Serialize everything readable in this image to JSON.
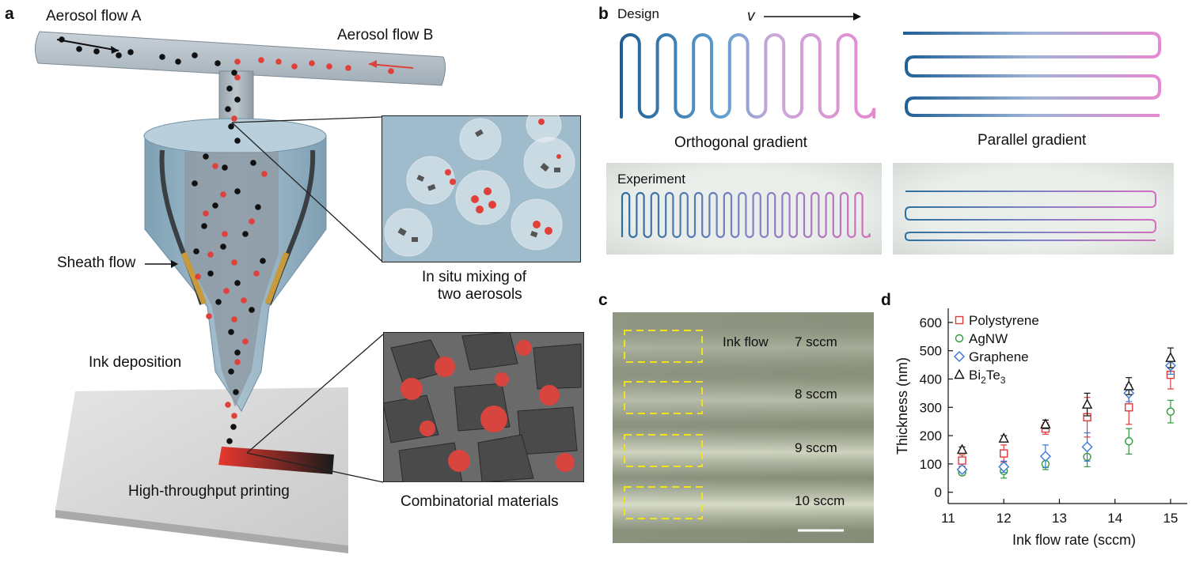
{
  "panel_a": {
    "letter": "a",
    "aerosol_a": "Aerosol flow A",
    "aerosol_b": "Aerosol flow B",
    "sheath": "Sheath flow",
    "ink_deposition": "Ink deposition",
    "printing": "High-throughput printing",
    "inset_top_caption_line1": "In situ mixing of",
    "inset_top_caption_line2": "two aerosols",
    "inset_bottom_caption": "Combinatorial materials"
  },
  "panel_b": {
    "letter": "b",
    "design": "Design",
    "velocity": "v",
    "orthogonal": "Orthogonal gradient",
    "parallel": "Parallel gradient",
    "experiment": "Experiment"
  },
  "panel_c": {
    "letter": "c",
    "ink_flow": "Ink flow",
    "rows": [
      "7 sccm",
      "8 sccm",
      "9 sccm",
      "10 sccm"
    ]
  },
  "panel_d": {
    "letter": "d"
  },
  "colors": {
    "polystyrene": "#e03a3a",
    "agnw": "#2e9a3a",
    "graphene": "#3a78d6",
    "bi2te3": "#111111",
    "gradient_start": "#1f6fa8",
    "gradient_end": "#e58ad0",
    "aerosol_b_particle": "#e0403a"
  },
  "chart_data": {
    "type": "scatter",
    "xlabel": "Ink flow rate (sccm)",
    "ylabel": "Thickness (nm)",
    "xlim": [
      11,
      15.3
    ],
    "ylim": [
      -40,
      650
    ],
    "xticks": [
      "11",
      "12",
      "13",
      "14",
      "15"
    ],
    "yticks": [
      "0",
      "100",
      "200",
      "300",
      "400",
      "500",
      "600"
    ],
    "x": [
      11.25,
      12.0,
      12.75,
      13.5,
      14.25,
      15.0
    ],
    "series": [
      {
        "name": "Polystyrene",
        "marker": "square",
        "color": "#e03a3a",
        "values": [
          112,
          137,
          225,
          265,
          300,
          415
        ],
        "err": [
          20,
          30,
          20,
          70,
          60,
          50
        ]
      },
      {
        "name": "AgNW",
        "marker": "circle",
        "color": "#2e9a3a",
        "values": [
          70,
          75,
          100,
          125,
          180,
          285
        ],
        "err": [
          10,
          25,
          20,
          35,
          45,
          40
        ]
      },
      {
        "name": "Graphene",
        "marker": "diamond",
        "color": "#3a78d6",
        "values": [
          80,
          90,
          127,
          160,
          350,
          447
        ],
        "err": [
          10,
          20,
          40,
          50,
          30,
          30
        ]
      },
      {
        "name": "Bi2Te3",
        "marker": "triangle",
        "color": "#111111",
        "values": [
          150,
          190,
          240,
          310,
          375,
          475
        ],
        "err": [
          10,
          10,
          15,
          40,
          30,
          35
        ]
      }
    ],
    "legend": "top-left"
  }
}
